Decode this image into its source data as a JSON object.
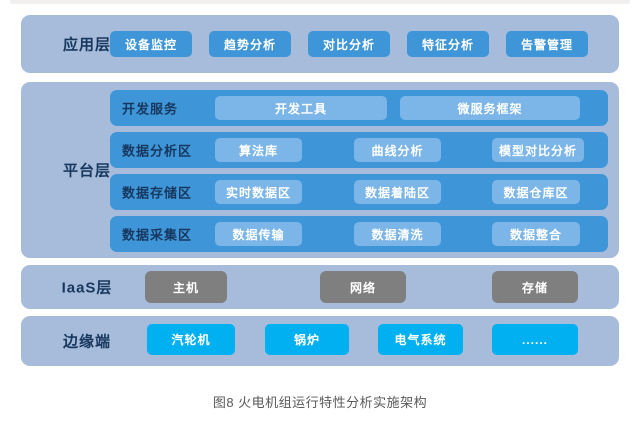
{
  "figure": {
    "caption": "图8 火电机组运行特性分析实施架构"
  },
  "colors": {
    "band_bg": "#a7bcda",
    "primary_blue": "#3e96d8",
    "light_blue": "#7cb6e8",
    "gray_chip": "#7f7f7f",
    "cyan_chip": "#00b0f0",
    "label_text": "#17375e",
    "chip_text": "#ffffff",
    "caption_text": "#595959"
  },
  "layers": [
    {
      "id": "application",
      "label": "应用层",
      "buttons": [
        "设备监控",
        "趋势分析",
        "对比分析",
        "特征分析",
        "告警管理"
      ]
    },
    {
      "id": "platform",
      "label": "平台层",
      "rows": [
        {
          "label": "开发服务",
          "buttons": [
            "开发工具",
            "微服务框架"
          ]
        },
        {
          "label": "数据分析区",
          "buttons": [
            "算法库",
            "曲线分析",
            "模型对比分析"
          ]
        },
        {
          "label": "数据存储区",
          "buttons": [
            "实时数据区",
            "数据着陆区",
            "数据仓库区"
          ]
        },
        {
          "label": "数据采集区",
          "buttons": [
            "数据传输",
            "数据清洗",
            "数据整合"
          ]
        }
      ]
    },
    {
      "id": "iaas",
      "label": "IaaS层",
      "buttons": [
        "主机",
        "网络",
        "存储"
      ]
    },
    {
      "id": "edge",
      "label": "边缘端",
      "buttons": [
        "汽轮机",
        "锅炉",
        "电气系统",
        "......"
      ]
    }
  ]
}
